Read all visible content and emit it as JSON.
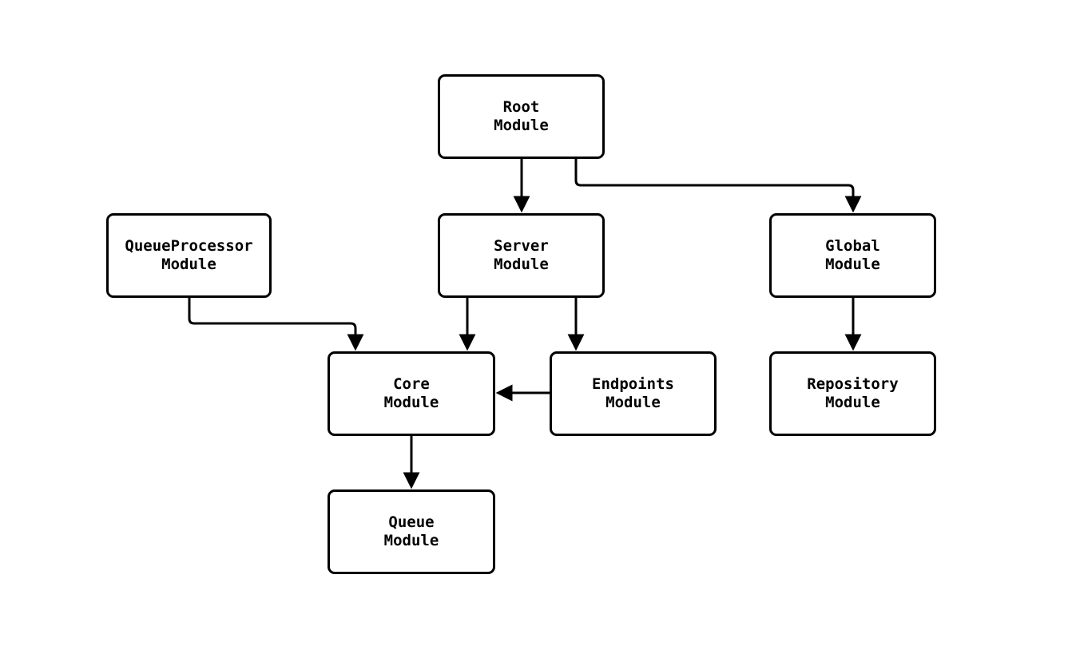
{
  "diagram": {
    "type": "module-dependency-graph",
    "background_color": "#ffffff",
    "node_fill_color": "#ffffff",
    "line_color": "#000000",
    "text_color": "#000000",
    "nodes": [
      {
        "id": "root",
        "line1": "Root",
        "line2": "Module"
      },
      {
        "id": "queueprocessor",
        "line1": "QueueProcessor",
        "line2": "Module"
      },
      {
        "id": "server",
        "line1": "Server",
        "line2": "Module"
      },
      {
        "id": "global",
        "line1": "Global",
        "line2": "Module"
      },
      {
        "id": "core",
        "line1": "Core",
        "line2": "Module"
      },
      {
        "id": "endpoints",
        "line1": "Endpoints",
        "line2": "Module"
      },
      {
        "id": "repository",
        "line1": "Repository",
        "line2": "Module"
      },
      {
        "id": "queue",
        "line1": "Queue",
        "line2": "Module"
      }
    ],
    "edges": [
      {
        "from": "Root Module",
        "to": "Server Module"
      },
      {
        "from": "Root Module",
        "to": "Global Module"
      },
      {
        "from": "QueueProcessor Module",
        "to": "Core Module"
      },
      {
        "from": "Server Module",
        "to": "Core Module"
      },
      {
        "from": "Server Module",
        "to": "Endpoints Module"
      },
      {
        "from": "Endpoints Module",
        "to": "Core Module"
      },
      {
        "from": "Global Module",
        "to": "Repository Module"
      },
      {
        "from": "Core Module",
        "to": "Queue Module"
      }
    ]
  }
}
